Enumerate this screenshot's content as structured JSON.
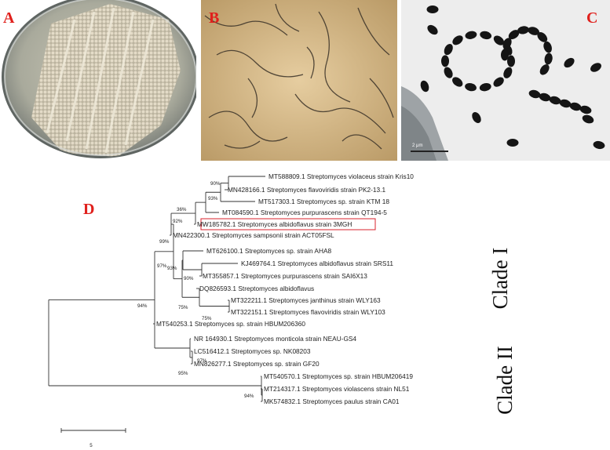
{
  "panels": {
    "a": {
      "letter": "A"
    },
    "b": {
      "letter": "B"
    },
    "c": {
      "letter": "C",
      "scale_text": "2 μm"
    },
    "d": {
      "letter": "D"
    }
  },
  "tree": {
    "highlight_color": "#d9232d",
    "leaves": [
      "MT588809.1 Streptomyces violaceus strain Kris10",
      "MN428166.1 Streptomyces flavoviridis strain PK2-13.1",
      "MT517303.1 Streptomyces sp. strain KTM 18",
      "MT084590.1 Streptomyces purpurascens strain QT194-5",
      "MW185782.1 Streptomyces albidoflavus strain 3MGH",
      "MN422300.1 Streptomyces sampsonii strain ACT05FSL",
      "MT626100.1 Streptomyces sp. strain AHA8",
      "KJ469764.1 Streptomyces albidoflavus strain SRS11",
      "MT355857.1 Streptomyces purpurascens strain SAI6X13",
      "DQ826593.1 Streptomyces albidoflavus",
      "MT322211.1 Streptomyces janthinus strain WLY163",
      "MT322151.1 Streptomyces flavoviridis strain WLY103",
      "MT540253.1 Streptomyces sp. strain HBUM206360",
      "NR 164930.1 Streptomyces monticola strain NEAU-GS4",
      "LC516412.1 Streptomyces sp. NK08203",
      "MN826277.1 Streptomyces sp. strain GF20",
      "MT540570.1 Streptomyces sp. strain HBUM206419",
      "MT214317.1 Streptomyces violascens strain NL51",
      "MK574832.1 Streptomyces paulus strain CA01"
    ],
    "bootstrap": [
      "90%",
      "93%",
      "36%",
      "92%",
      "99%",
      "97%",
      "93%",
      "90%",
      "75%",
      "75%",
      "94%",
      "97%",
      "95%",
      "94%"
    ],
    "clade_1": "Clade I",
    "clade_2": "Clade II",
    "scale_label": "5"
  }
}
